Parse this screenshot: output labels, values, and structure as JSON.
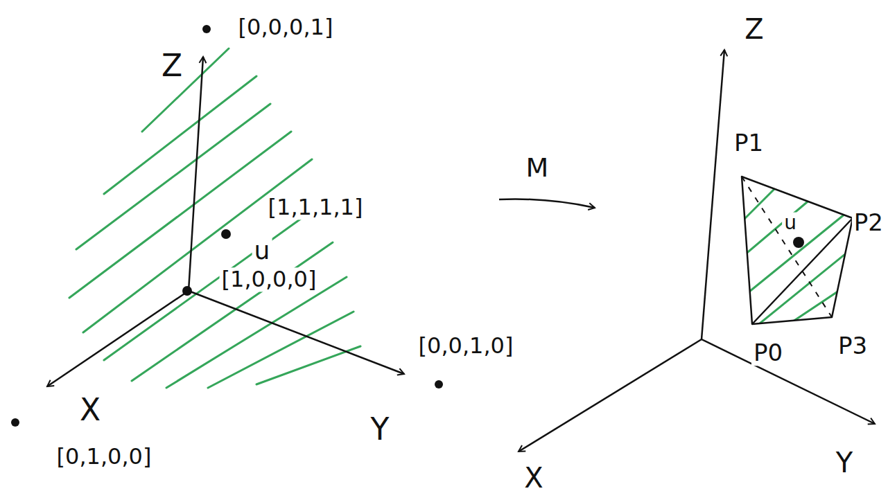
{
  "diagram": {
    "labels": [
      "[0,0,0,1]",
      "Z",
      "[1,1,1,1]",
      "u",
      "[1,0,0,0]",
      "[0,0,1,0]",
      "X",
      "Y",
      "[0,1,0,0]",
      "M",
      "Z",
      "P1",
      "P2",
      "u",
      "P0",
      "P3",
      "X",
      "Y"
    ]
  }
}
